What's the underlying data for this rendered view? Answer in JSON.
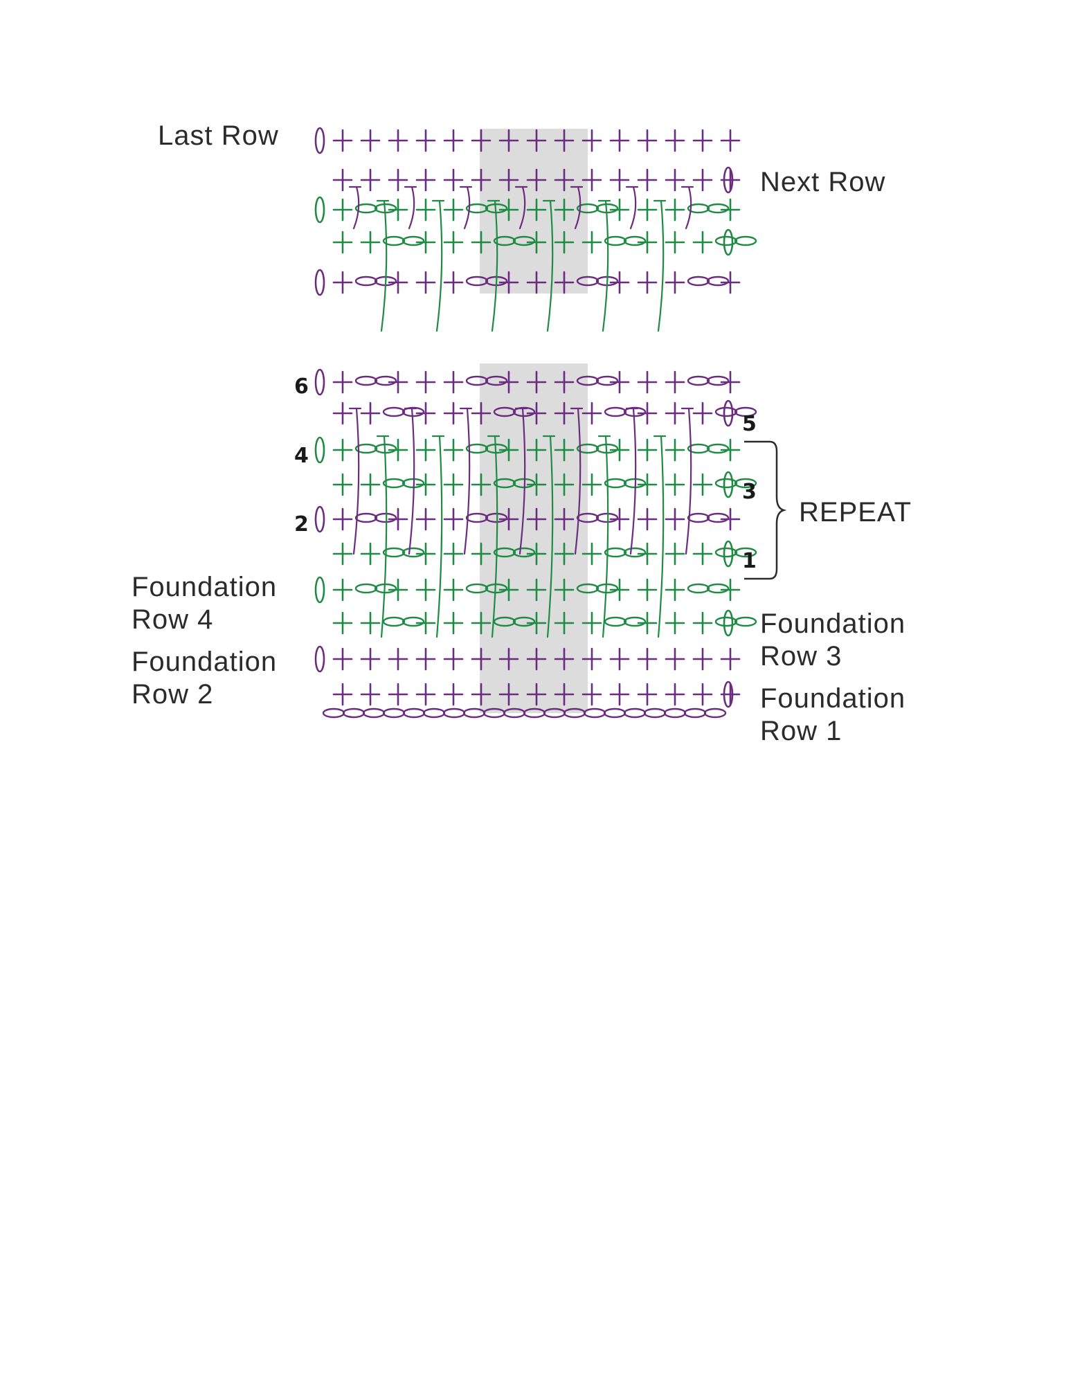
{
  "colors": {
    "purple": "#6a2c7e",
    "green": "#1f8a43",
    "shade": "#dcdcdc",
    "text": "#2b2b2b",
    "background": "#ffffff"
  },
  "labels": {
    "last_row": "Last Row",
    "next_row": "Next Row",
    "repeat": "REPEAT",
    "foundation_row_4": [
      "Foundation",
      "Row 4"
    ],
    "foundation_row_2": [
      "Foundation",
      "Row 2"
    ],
    "foundation_row_3": [
      "Foundation",
      "Row 3"
    ],
    "foundation_row_1": [
      "Foundation",
      "Row 1"
    ]
  },
  "row_numbers": {
    "left": [
      "6",
      "4",
      "2"
    ],
    "right": [
      "5",
      "3",
      "1"
    ]
  },
  "stitch_icons": [
    "single-crochet-icon",
    "chain-icon",
    "long-stitch-icon",
    "turning-chain-icon"
  ]
}
